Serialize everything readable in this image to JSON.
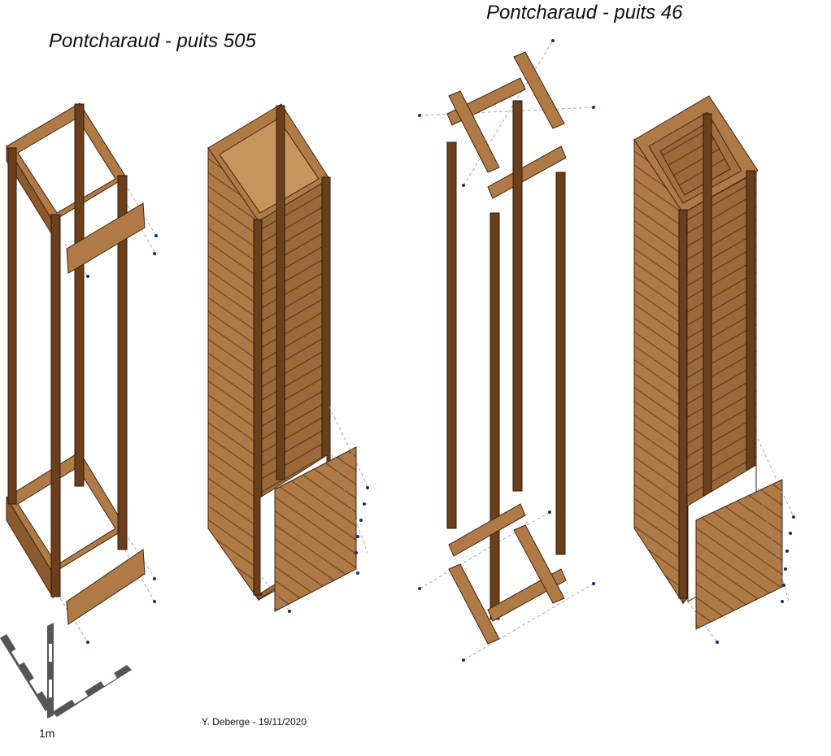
{
  "titles": {
    "puits_505": "Pontcharaud - puits 505",
    "puits_46": "Pontcharaud - puits 46"
  },
  "credit": "Y. Deberge - 19/11/2020",
  "scale_bar": {
    "label": "1m"
  },
  "colors": {
    "post": "#6b3f1c",
    "post_shadow": "#4a2a10",
    "plank": "#b07a46",
    "plank_light": "#c9955f",
    "plank_dark": "#8a5a2e",
    "nail": "#1c2a6e",
    "guide": "#8899bb"
  },
  "figures": [
    {
      "id": "505-frame-exploded"
    },
    {
      "id": "505-assembled"
    },
    {
      "id": "46-frame-exploded"
    },
    {
      "id": "46-assembled"
    }
  ]
}
